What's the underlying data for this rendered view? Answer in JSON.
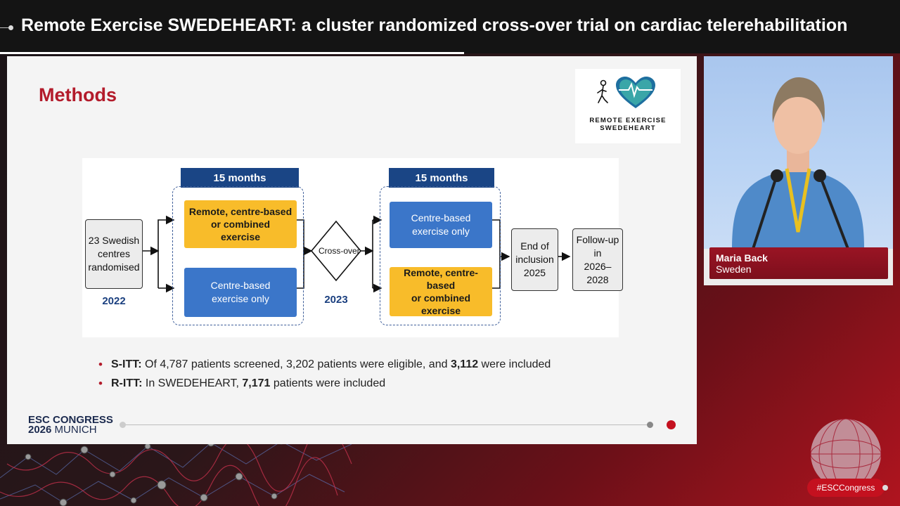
{
  "header": {
    "title": "Remote Exercise SWEDEHEART: a cluster randomized cross-over trial on cardiac telerehabilitation"
  },
  "slide": {
    "heading": "Methods",
    "logo": {
      "line1": "REMOTE EXERCISE",
      "line2": "SWEDEHEART"
    },
    "flow": {
      "start": {
        "line1": "23 Swedish",
        "line2": "centres",
        "line3": "randomised",
        "year": "2022"
      },
      "period1": {
        "header": "15 months",
        "top": {
          "line1": "Remote, centre-based",
          "line2": "or combined",
          "line3": "exercise"
        },
        "bottom": {
          "line1": "Centre-based",
          "line2": "exercise only"
        }
      },
      "crossover": {
        "label": "Cross-over",
        "year": "2023"
      },
      "period2": {
        "header": "15 months",
        "top": {
          "line1": "Centre-based",
          "line2": "exercise only"
        },
        "bottom": {
          "line1": "Remote, centre-based",
          "line2": "or combined",
          "line3": "exercise"
        }
      },
      "end": {
        "line1": "End of",
        "line2": "inclusion",
        "line3": "2025"
      },
      "followup": {
        "line1": "Follow-up",
        "line2": "in",
        "line3": "2026–2028"
      }
    },
    "bullets": [
      {
        "label": "S-ITT:",
        "text_a": " Of 4,787 patients screened, 3,202 patients were eligible, and ",
        "strong": "3,112",
        "text_b": " were included"
      },
      {
        "label": "R-ITT:",
        "text_a": " In SWEDEHEART, ",
        "strong": "7,171",
        "text_b": " patients were included"
      }
    ],
    "footer": {
      "brand_line1": "ESC CONGRESS",
      "brand_year": "2026",
      "brand_city": "MUNICH"
    }
  },
  "speaker": {
    "name": "Maria Back",
    "country": "Sweden"
  },
  "hashtag": "#ESCCongress",
  "colors": {
    "accent_red": "#b31b2b",
    "navy": "#1a4585",
    "blue_box": "#3b76c9",
    "yellow_box": "#f8bc2a"
  }
}
